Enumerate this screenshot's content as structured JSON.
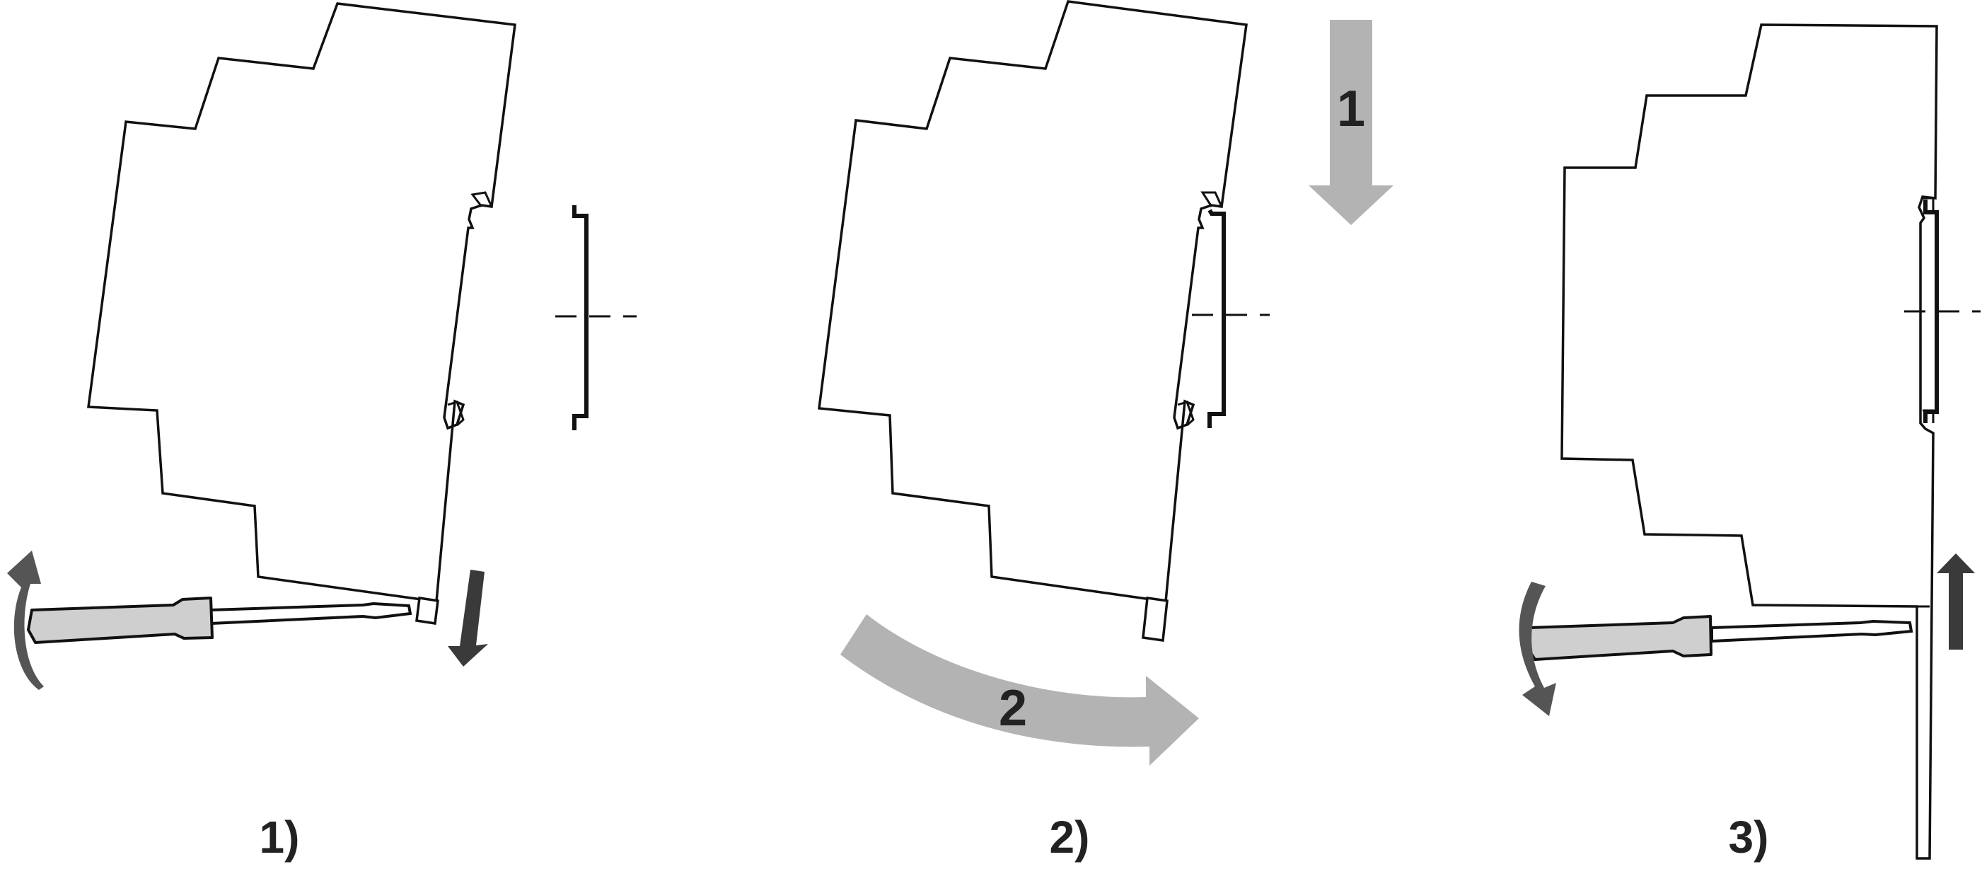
{
  "panels": [
    {
      "label": "1)"
    },
    {
      "label": "2)",
      "arrow_labels": [
        "1",
        "2"
      ]
    },
    {
      "label": "3)"
    }
  ],
  "colors": {
    "dark_arrow": "#3a3a3a",
    "light_arrow": "#b3b3b3",
    "dark_curved_arrow": "#555555",
    "handle_fill": "#cfcfcf",
    "line": "#111111"
  }
}
